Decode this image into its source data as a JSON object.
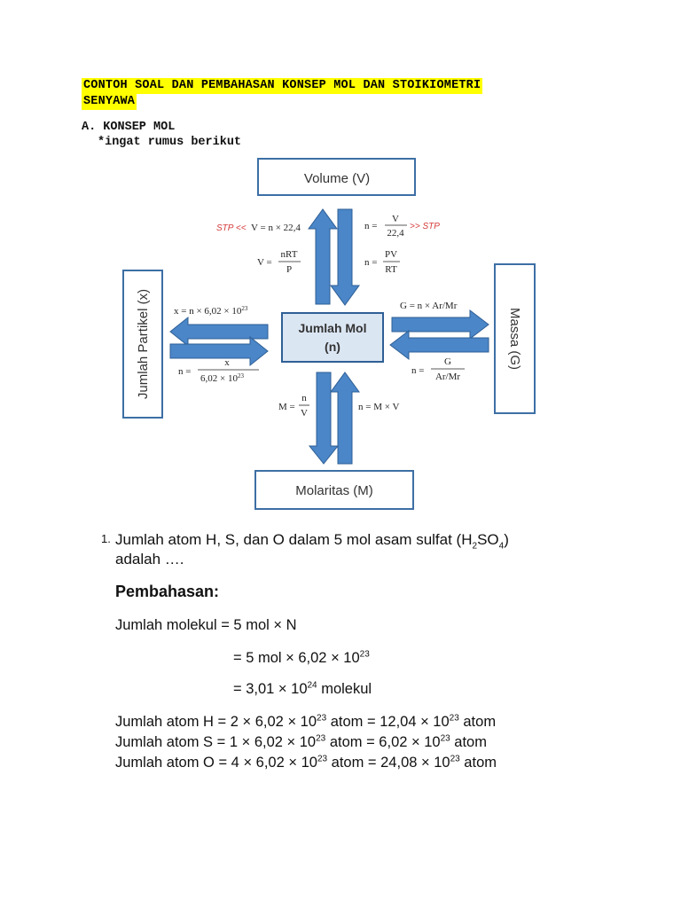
{
  "heading": {
    "line1": "CONTOH SOAL DAN PEMBAHASAN KONSEP MOL DAN STOIKIOMETRI",
    "line2": "SENYAWA"
  },
  "section_a": {
    "title": "A. KONSEP MOL",
    "subtitle": "*ingat rumus berikut"
  },
  "diagram": {
    "nodes": {
      "center_line1": "Jumlah Mol",
      "center_line2": "(n)",
      "top": "Volume (V)",
      "bottom": "Molaritas (M)",
      "left": "Jumlah Partikel (x)",
      "right": "Massa (G)"
    },
    "formulas": {
      "stp_left": "STP <<",
      "v_stp": "V = n × 22,4",
      "n_stp_lhs": "n =",
      "n_stp_num": "V",
      "n_stp_den": "22,4",
      "stp_right": ">> STP",
      "v_ideal_lhs": "V =",
      "v_ideal_num": "nRT",
      "v_ideal_den": "P",
      "n_ideal_lhs": "n =",
      "n_ideal_num": "PV",
      "n_ideal_den": "RT",
      "x_from_n": "x = n × 6,02 × 10",
      "x_from_n_exp": "23",
      "n_from_x_lhs": "n =",
      "n_from_x_num": "x",
      "n_from_x_den": "6,02 × 10",
      "n_from_x_den_exp": "23",
      "g_from_n": "G = n × Ar/Mr",
      "n_from_g_lhs": "n =",
      "n_from_g_num": "G",
      "n_from_g_den": "Ar/Mr",
      "m_from_n_lhs": "M =",
      "m_from_n_num": "n",
      "m_from_n_den": "V",
      "n_from_m": "n = M × V"
    }
  },
  "problem": {
    "number": "1.",
    "q_line1_a": "Jumlah atom H, S, dan O dalam 5 mol asam sulfat (H",
    "q_sub1": "2",
    "q_mid": "SO",
    "q_sub2": "4",
    "q_end": ")",
    "q_line2": "adalah ….",
    "pembahasan": "Pembahasan:",
    "calc": {
      "l1": "Jumlah molekul  = 5 mol × N",
      "l2_a": "= 5 mol × 6,02 × 10",
      "l2_exp": "23",
      "l3_a": "= 3,01 × 10",
      "l3_exp": "24",
      "l3_b": " molekul",
      "h_a": "Jumlah atom H = 2 × 6,02 × 10",
      "h_exp1": "23",
      "h_b": " atom = 12,04 × 10",
      "h_exp2": "23",
      "h_c": " atom",
      "s_a": "Jumlah atom S = 1 × 6,02 × 10",
      "s_exp1": "23",
      "s_b": " atom = 6,02 × 10",
      "s_exp2": "23",
      "s_c": " atom",
      "o_a": "Jumlah atom O = 4 × 6,02 × 10",
      "o_exp1": "23",
      "o_b": " atom = 24,08 × 10",
      "o_exp2": "23",
      "o_c": " atom"
    }
  },
  "colors": {
    "highlight": "#ffff00",
    "arrow_fill": "#4a86c8",
    "arrow_stroke": "#2f5f95",
    "center_fill": "#dbe6f3",
    "stp_red": "#d63b3b"
  }
}
